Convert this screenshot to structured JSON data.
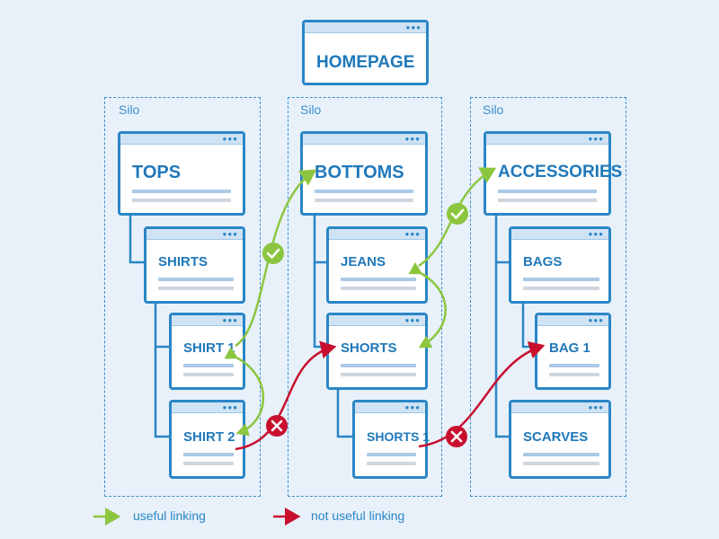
{
  "homepage": {
    "label": "HOMEPAGE"
  },
  "silos": [
    {
      "label": "Silo",
      "category": "TOPS",
      "subcategory": "SHIRTS",
      "items": [
        "SHIRT 1",
        "SHIRT 2"
      ]
    },
    {
      "label": "Silo",
      "category": "BOTTOMS",
      "subcategory": "JEANS",
      "items": [
        "SHORTS",
        "SHORTS 1"
      ]
    },
    {
      "label": "Silo",
      "category": "ACCESSORIES",
      "subcategory": "BAGS",
      "items": [
        "BAG 1",
        "SCARVES"
      ]
    }
  ],
  "legend": {
    "useful": "useful linking",
    "not_useful": "not useful linking"
  },
  "colors": {
    "primary_blue": "#2a86c6",
    "useful_green": "#8cc63f",
    "not_useful_red": "#c8102e",
    "background": "#e8f1fa"
  },
  "icons": {
    "useful": "check-circle-icon",
    "not_useful": "x-circle-icon",
    "window_dots": "window-dots-icon"
  }
}
